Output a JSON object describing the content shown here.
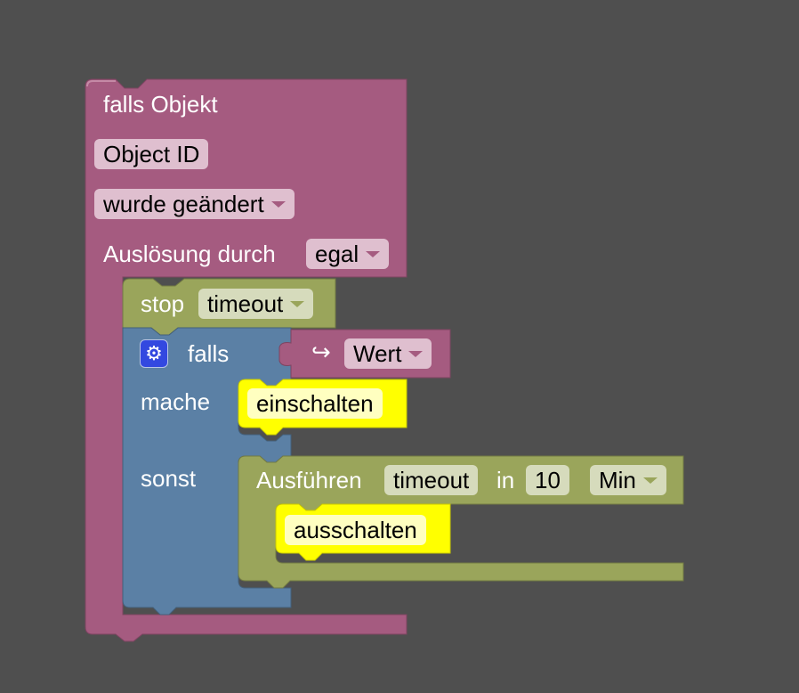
{
  "colors": {
    "background": "#4f4f4f",
    "event_block": "#a55b80",
    "timer_block": "#9aa55b",
    "logic_block": "#5b80a5",
    "highlight_block": "#ffff00",
    "mutator_icon": "#3348e0"
  },
  "trigger_block": {
    "title": "falls Objekt",
    "object_id": "Object ID",
    "condition": "wurde geändert",
    "trigger_by_label": "Auslösung durch",
    "trigger_by_value": "egal"
  },
  "stop_block": {
    "label": "stop",
    "timer_name": "timeout"
  },
  "if_block": {
    "icon": "gear-icon",
    "if_label": "falls",
    "do_label": "mache",
    "else_label": "sonst"
  },
  "value_block": {
    "icon": "return-arrow-icon",
    "icon_glyph": "↪",
    "value": "Wert"
  },
  "on_action": {
    "label": "einschalten"
  },
  "timeout_block": {
    "label": "Ausführen",
    "timer_name": "timeout",
    "in_label": "in",
    "delay": "10",
    "unit": "Min"
  },
  "off_action": {
    "label": "ausschalten"
  }
}
